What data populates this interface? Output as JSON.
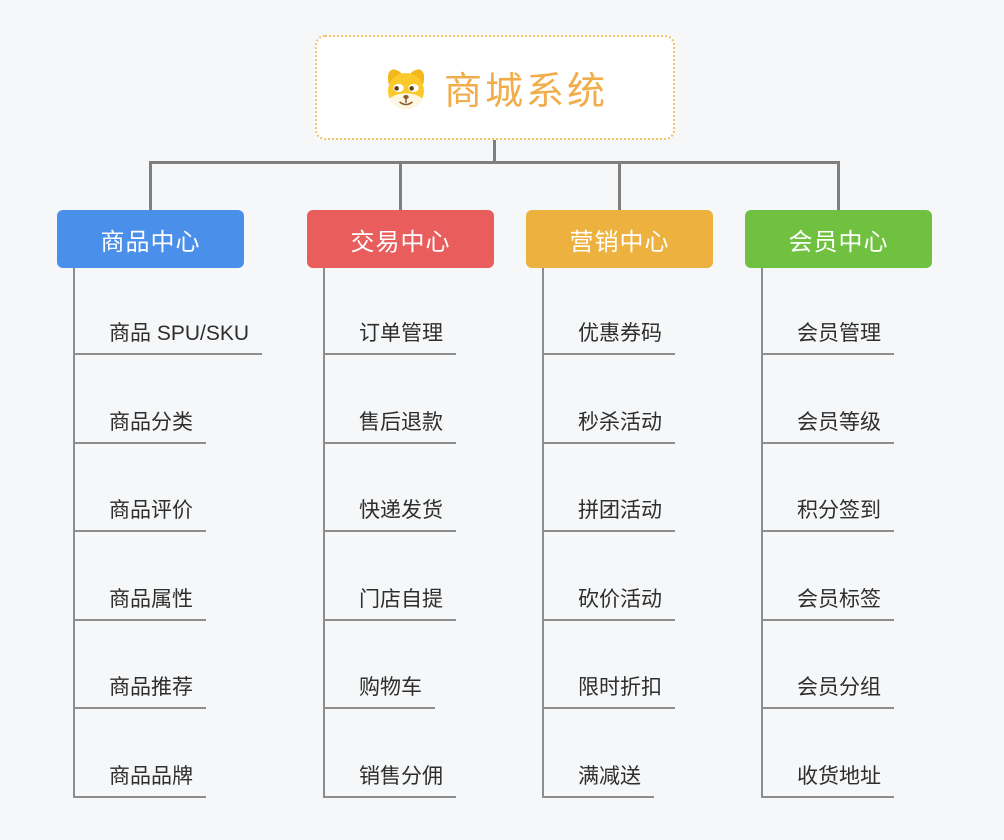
{
  "page": {
    "background_color": "#f6f7f8",
    "connector_color": "#7f7f7f"
  },
  "root": {
    "title": "商城系统",
    "icon": "dog-face-icon",
    "text_color": "#f0ad49",
    "border_color": "#f2c26b"
  },
  "branches": [
    {
      "label": "商品中心",
      "color": "#4a8fe9",
      "items": [
        "商品 SPU/SKU",
        "商品分类",
        "商品评价",
        "商品属性",
        "商品推荐",
        "商品品牌"
      ]
    },
    {
      "label": "交易中心",
      "color": "#e95d5d",
      "items": [
        "订单管理",
        "售后退款",
        "快递发货",
        "门店自提",
        "购物车",
        "销售分佣"
      ]
    },
    {
      "label": "营销中心",
      "color": "#ecb13e",
      "items": [
        "优惠券码",
        "秒杀活动",
        "拼团活动",
        "砍价活动",
        "限时折扣",
        "满减送"
      ]
    },
    {
      "label": "会员中心",
      "color": "#6fc13f",
      "items": [
        "会员管理",
        "会员等级",
        "积分签到",
        "会员标签",
        "会员分组",
        "收货地址"
      ]
    }
  ]
}
